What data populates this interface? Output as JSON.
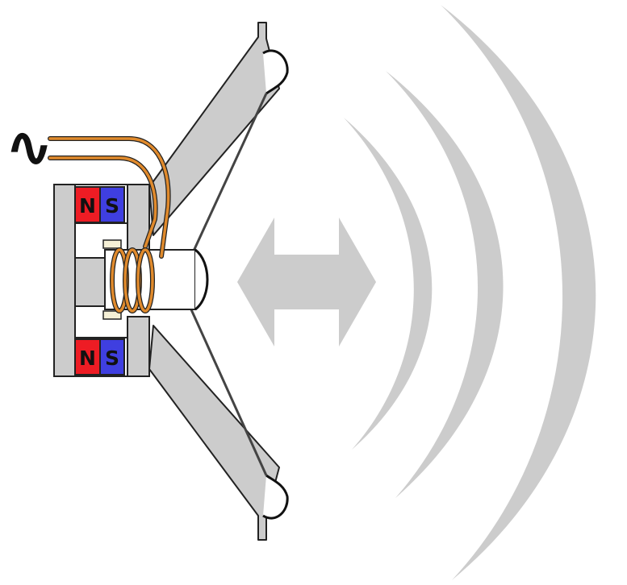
{
  "diagram": {
    "signal_symbol": "∿",
    "magnet_top": {
      "north_label": "N",
      "south_label": "S"
    },
    "magnet_bottom": {
      "north_label": "N",
      "south_label": "S"
    },
    "sound_wave_count": 3
  },
  "colors": {
    "background": "#ffffff",
    "outline": "#222222",
    "steel": "#cccccc",
    "north_pole": "#ee1c24",
    "south_pole": "#3f3fe0",
    "wire": "#e08a2c",
    "arrow": "#cccccc",
    "sound_wave": "#cccccc"
  }
}
